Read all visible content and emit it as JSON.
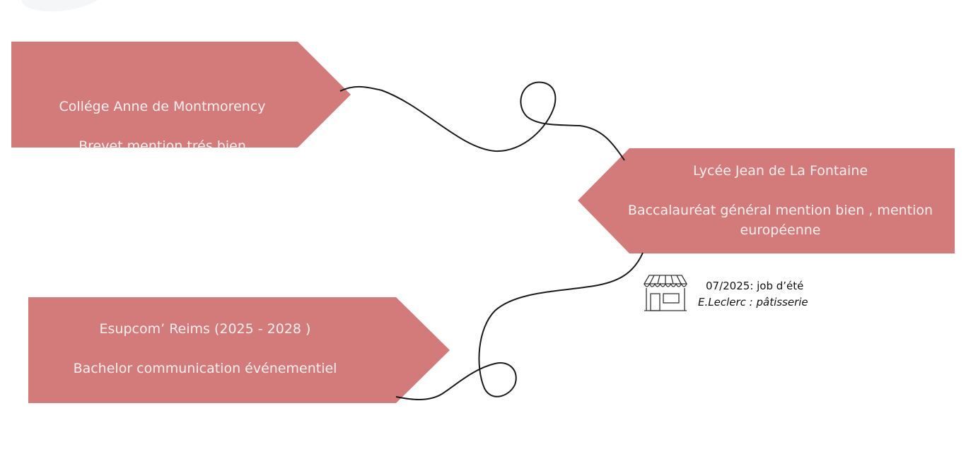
{
  "timeline": [
    {
      "school": "Collége Anne de Montmorency",
      "detail": "Brevet mention trés bien"
    },
    {
      "school": "Lycée Jean de La Fontaine",
      "detail_line1": "Baccalauréat général mention bien , mention",
      "detail_line2": "européenne"
    },
    {
      "school": "Esupcom’ Reims (2025 - 2028 )",
      "detail": "Bachelor communication événementiel"
    }
  ],
  "job": {
    "icon": "shop-storefront-icon",
    "title": "07/2025: job d’été",
    "subtitle": "E.Leclerc : pâtisserie"
  },
  "colors": {
    "arrow": "#d27b7a",
    "arrow_text": "#fbeeee",
    "curve": "#1a1a1a"
  }
}
